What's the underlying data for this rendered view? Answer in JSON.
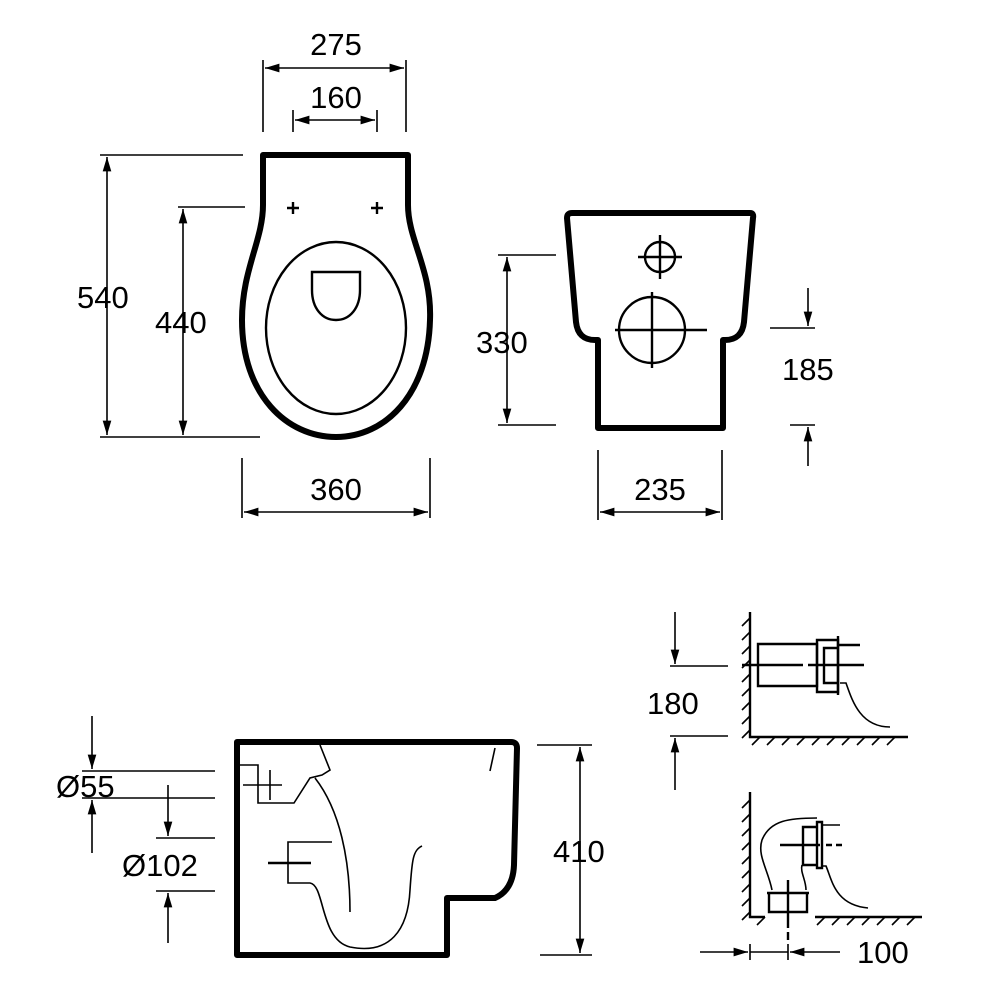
{
  "dimensions": {
    "top_width": "275",
    "top_hole_spacing": "160",
    "total_length": "540",
    "hole_to_front": "440",
    "bowl_width": "360",
    "front_inlet_height": "330",
    "front_step_height": "185",
    "front_base_width": "235",
    "inlet_diameter": "Ø55",
    "outlet_diameter": "Ø102",
    "side_height": "410",
    "wall_outlet_height": "180",
    "floor_outlet_offset": "100"
  }
}
